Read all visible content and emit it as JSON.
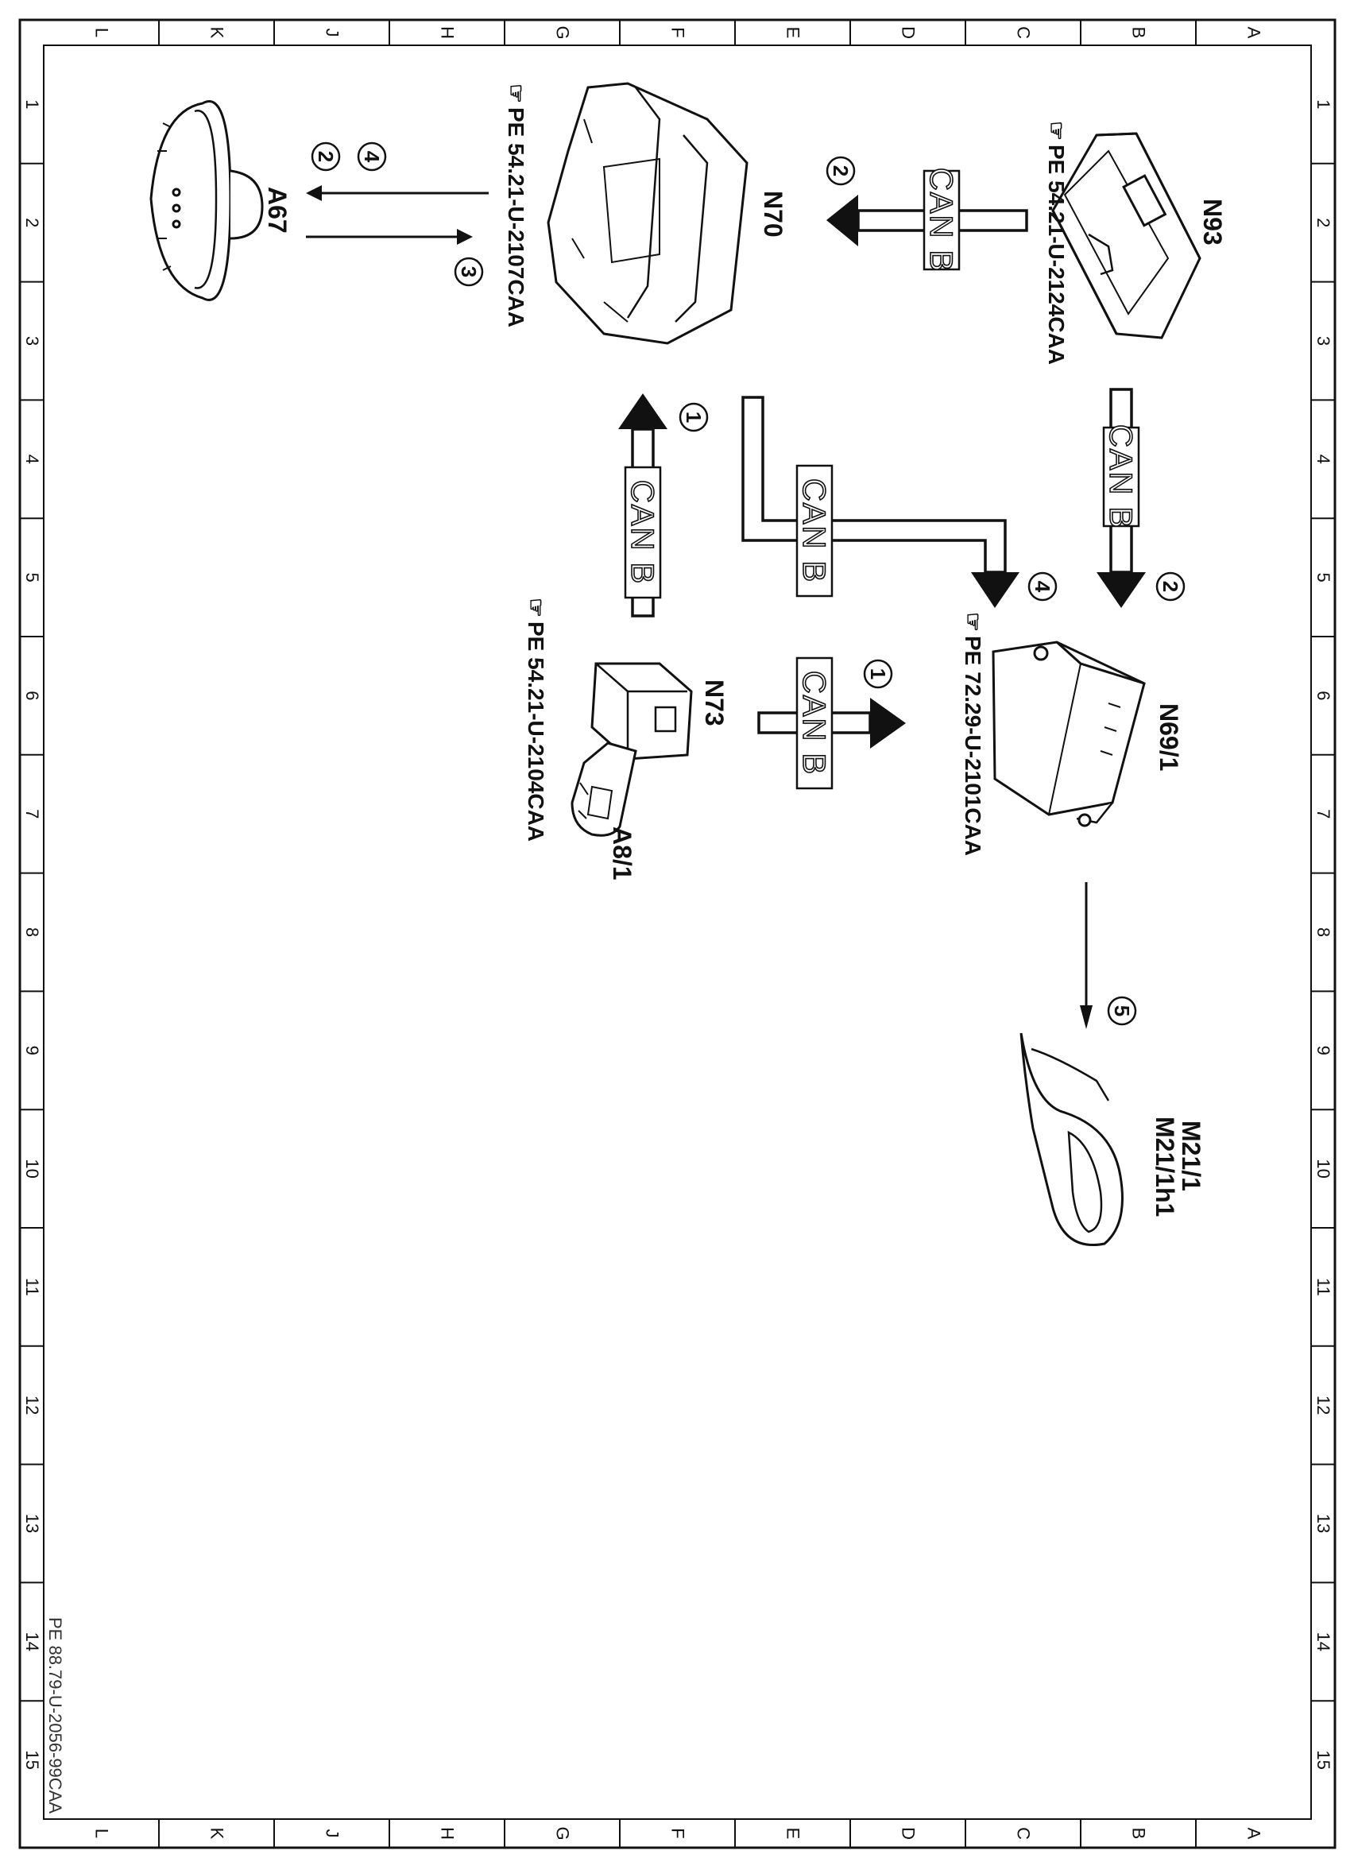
{
  "frame": {
    "columns": [
      "L",
      "K",
      "J",
      "H",
      "G",
      "F",
      "E",
      "D",
      "C",
      "B",
      "A"
    ],
    "rows": [
      "1",
      "2",
      "3",
      "4",
      "5",
      "6",
      "7",
      "8",
      "9",
      "10",
      "11",
      "12",
      "13",
      "14",
      "15"
    ]
  },
  "document_id": "PE 88.79-U-2056-99CAA",
  "components": {
    "n93": "N93",
    "n70": "N70",
    "n69_1": "N69/1",
    "n73": "N73",
    "a8_1": "A8/1",
    "a67": "A67",
    "m21_1": "M21/1",
    "m21_1h1": "M21/1h1"
  },
  "references": {
    "n93_ref": "PE 54.21-U-2124CAA",
    "n70_ref": "PE 54.21-U-2107CAA",
    "n69_ref": "PE 72.29-U-2101CAA",
    "n73_ref": "PE 54.21-U-2104CAA"
  },
  "bus_label": "CAN B",
  "steps": {
    "s1": "1",
    "s2": "2",
    "s3": "3",
    "s4": "4",
    "s5": "5"
  }
}
